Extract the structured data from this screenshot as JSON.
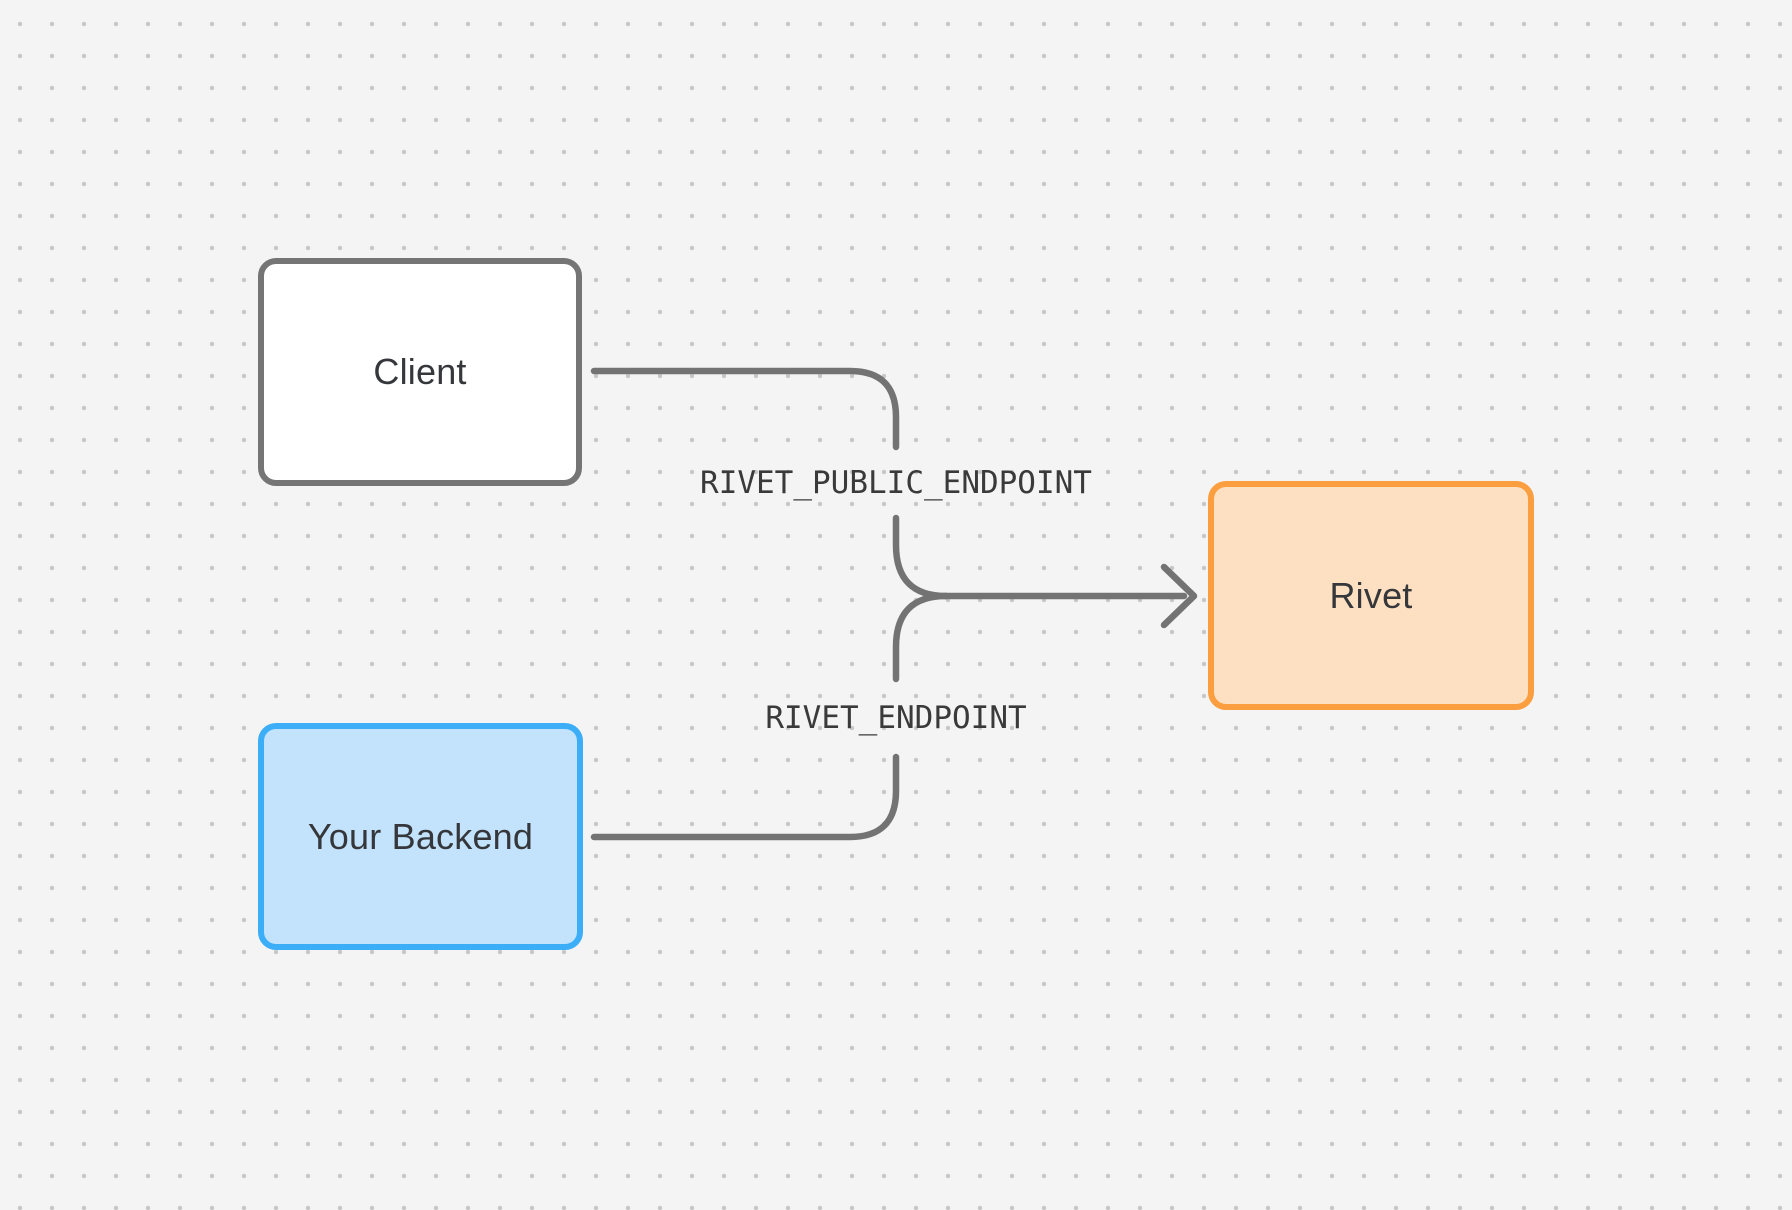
{
  "canvas": {
    "background_color": "#f4f4f4",
    "dot_color": "#c7c7c7",
    "connector_color": "#737373"
  },
  "nodes": [
    {
      "id": "client",
      "label": "Client",
      "fill": "#ffffff",
      "border": "#757575"
    },
    {
      "id": "your-backend",
      "label": "Your Backend",
      "fill": "#c3e3fc",
      "border": "#3baef7"
    },
    {
      "id": "rivet",
      "label": "Rivet",
      "fill": "#fde0c2",
      "border": "#fb9e3f"
    }
  ],
  "edges": [
    {
      "from": "Client",
      "to": "Rivet",
      "label": "RIVET_PUBLIC_ENDPOINT"
    },
    {
      "from": "Your Backend",
      "to": "Rivet",
      "label": "RIVET_ENDPOINT"
    }
  ]
}
